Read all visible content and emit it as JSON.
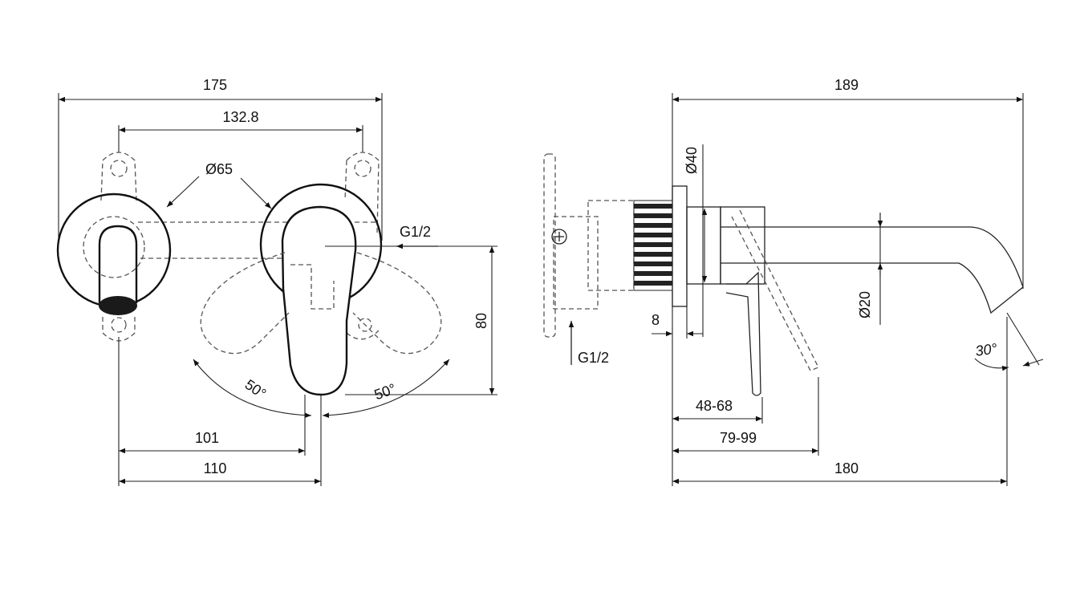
{
  "front_view": {
    "overall_width": "175",
    "mount_spacing": "132.8",
    "rosette_diameter": "Ø65",
    "inlet_thread": "G1/2",
    "lever_height": "80",
    "lever_angle_left": "50°",
    "lever_angle_right": "50°",
    "center_to_lever_left": "101",
    "center_to_lever_right": "110"
  },
  "side_view": {
    "overall_projection": "189",
    "flange_diameter": "Ø40",
    "spout_diameter": "Ø20",
    "flange_thickness": "8",
    "inlet_thread": "G1/2",
    "outlet_angle": "30°",
    "lever_depth_range": "48-68",
    "lever_swing_range": "79-99",
    "spout_projection": "180"
  }
}
